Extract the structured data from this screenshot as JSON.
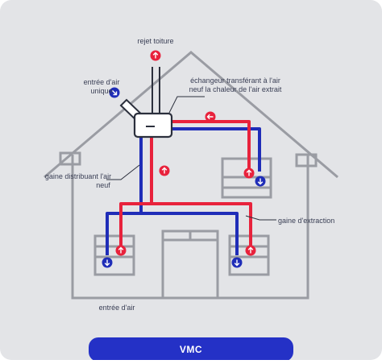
{
  "labels": {
    "rejet_toiture": "rejet toiture",
    "entree_air_unique_line1": "entrée d'air",
    "entree_air_unique_line2": "unique",
    "echangeur_line1": "échangeur transférant à l'air",
    "echangeur_line2": "neuf la chaleur de l'air extrait",
    "gaine_distribuant_line1": "gaine distribuant l'air",
    "gaine_distribuant_line2": "neuf",
    "gaine_extraction": "gaine d'extraction",
    "entree_air_bottom": "entrée d'air"
  },
  "footer": {
    "label": "VMC"
  },
  "colors": {
    "background": "#e3e4e7",
    "house_outline": "#9a9ca3",
    "fresh_air": "#1f2db8",
    "extract_air": "#e8223c",
    "footer": "#2431c6",
    "text": "#3a3f55"
  },
  "icons": [
    "arrow-up-icon",
    "arrow-down-icon",
    "arrow-left-icon",
    "arrow-down-right-icon"
  ]
}
